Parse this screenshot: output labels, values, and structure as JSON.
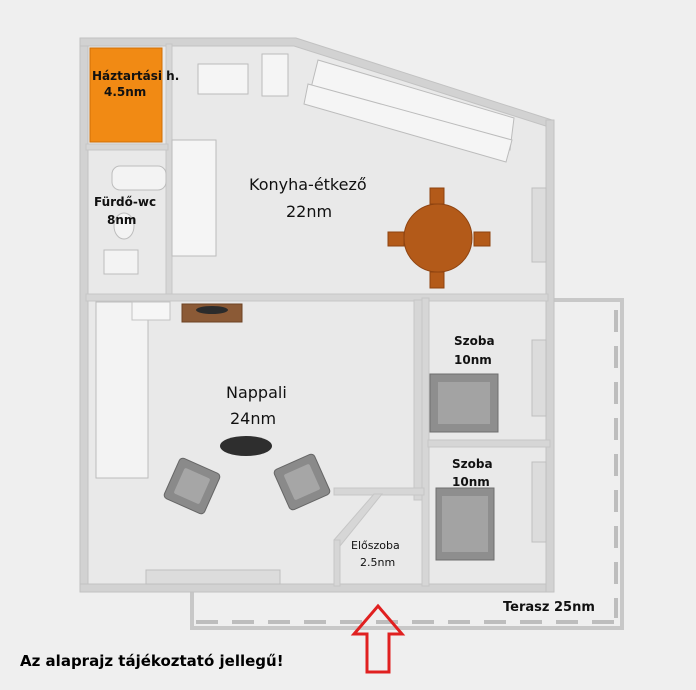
{
  "rooms": {
    "storage": {
      "name": "Háztartási h.",
      "area": "4.5nm"
    },
    "bathroom": {
      "name": "Fürdő-wc",
      "area": "8nm"
    },
    "kitchen": {
      "name": "Konyha-étkező",
      "area": "22nm"
    },
    "living": {
      "name": "Nappali",
      "area": "24nm"
    },
    "room1": {
      "name": "Szoba",
      "area": "10nm"
    },
    "room2": {
      "name": "Szoba",
      "area": "10nm"
    },
    "hall": {
      "name": "Előszoba",
      "area": "2.5nm"
    },
    "terrace": {
      "label": "Terasz 25nm"
    }
  },
  "disclaimer": "Az alaprajz tájékoztató jellegű!",
  "colors": {
    "background": "#efefef",
    "wall": "#d0d0d0",
    "floor": "#eaeaea",
    "storage_fill": "#f18a14",
    "table_fill": "#b35a19",
    "arrow": "#e02020"
  }
}
